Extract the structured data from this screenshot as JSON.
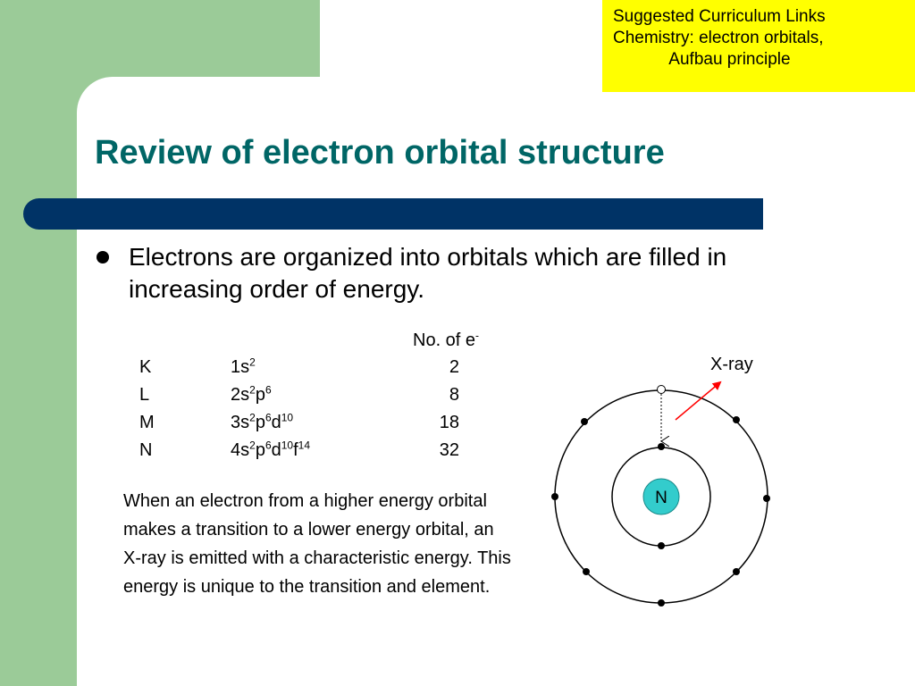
{
  "curriculum_box": {
    "lines": [
      "Suggested Curriculum Links",
      "Chemistry: electron orbitals,",
      "            Aufbau principle"
    ]
  },
  "title": "Review of electron orbital structure",
  "bullet": "Electrons are organized into orbitals which are filled in increasing order of energy.",
  "table": {
    "header": "No. of e",
    "header_sup": "-",
    "rows": [
      {
        "shell": "K",
        "config": [
          [
            "1s",
            "2"
          ]
        ],
        "count": "2"
      },
      {
        "shell": "L",
        "config": [
          [
            "2s",
            "2"
          ],
          [
            "p",
            "6"
          ]
        ],
        "count": "8"
      },
      {
        "shell": "M",
        "config": [
          [
            "3s",
            "2"
          ],
          [
            "p",
            "6"
          ],
          [
            "d",
            "10"
          ]
        ],
        "count": "18"
      },
      {
        "shell": "N",
        "config": [
          [
            "4s",
            "2"
          ],
          [
            "p",
            "6"
          ],
          [
            "d",
            "10"
          ],
          [
            "f",
            "14"
          ]
        ],
        "count": "32"
      }
    ]
  },
  "explanation": "When an electron from a higher energy orbital makes a transition to a lower energy orbital, an X-ray is emitted with a characteristic energy. This energy is unique to the transition and element.",
  "diagram": {
    "nucleus_label": "N",
    "xray_label": "X-ray",
    "nucleus_color": "#33cccc",
    "arrow_color": "#ff0000"
  },
  "colors": {
    "title": "#006666",
    "title_bar": "#003366",
    "side_panel": "#9bcb98",
    "curriculum_box": "#ffff00"
  }
}
